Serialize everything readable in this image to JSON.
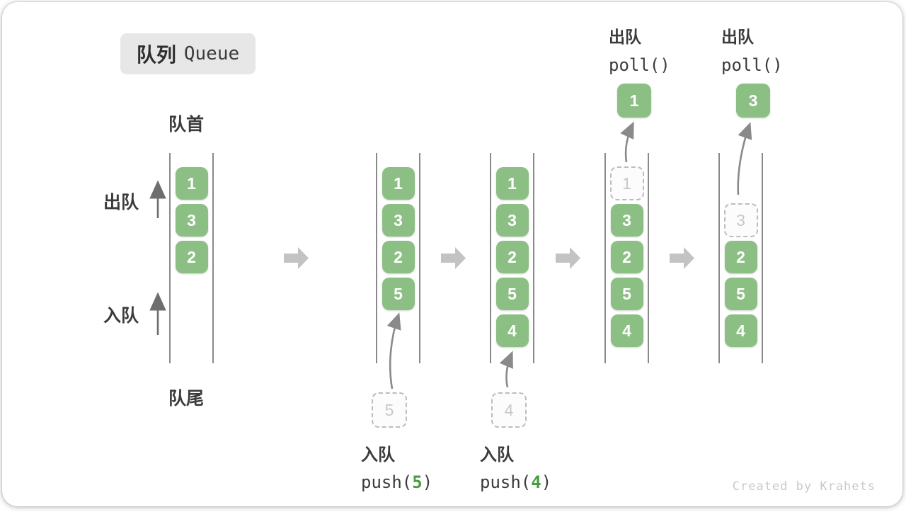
{
  "title": {
    "zh": "队列",
    "en": "Queue"
  },
  "labels": {
    "front": "队首",
    "rear": "队尾",
    "dequeue_side": "出队",
    "enqueue_side": "入队"
  },
  "footer": "Created by Krahets",
  "colors": {
    "box_green": "#8cbf84",
    "box_text": "#ffffff",
    "dashed_border": "#bcbcbc",
    "dashed_text": "#c8c8c8",
    "accent_green": "#479e3f",
    "block_arrow": "#c3c3c3",
    "wall_line": "#4a4a4a",
    "curve_arrow": "#8a8a8a",
    "label_text": "#3b3b3b"
  },
  "columns": [
    {
      "name": "state-initial",
      "slots": [
        {
          "value": "1",
          "slot": 0,
          "style": "filled"
        },
        {
          "value": "3",
          "slot": 1,
          "style": "filled"
        },
        {
          "value": "2",
          "slot": 2,
          "style": "filled"
        }
      ]
    },
    {
      "name": "state-after-push-5",
      "slots": [
        {
          "value": "1",
          "slot": 0,
          "style": "filled"
        },
        {
          "value": "3",
          "slot": 1,
          "style": "filled"
        },
        {
          "value": "2",
          "slot": 2,
          "style": "filled"
        },
        {
          "value": "5",
          "slot": 3,
          "style": "filled"
        }
      ],
      "pending": {
        "value": "5"
      },
      "caption": {
        "line1": "入队",
        "code_pre": "push(",
        "arg": "5",
        "code_post": ")"
      }
    },
    {
      "name": "state-after-push-4",
      "slots": [
        {
          "value": "1",
          "slot": 0,
          "style": "filled"
        },
        {
          "value": "3",
          "slot": 1,
          "style": "filled"
        },
        {
          "value": "2",
          "slot": 2,
          "style": "filled"
        },
        {
          "value": "5",
          "slot": 3,
          "style": "filled"
        },
        {
          "value": "4",
          "slot": 4,
          "style": "filled"
        }
      ],
      "pending": {
        "value": "4"
      },
      "caption": {
        "line1": "入队",
        "code_pre": "push(",
        "arg": "4",
        "code_post": ")"
      }
    },
    {
      "name": "state-after-poll-1",
      "slots": [
        {
          "value": "1",
          "slot": 0,
          "style": "dashed"
        },
        {
          "value": "3",
          "slot": 1,
          "style": "filled"
        },
        {
          "value": "2",
          "slot": 2,
          "style": "filled"
        },
        {
          "value": "5",
          "slot": 3,
          "style": "filled"
        },
        {
          "value": "4",
          "slot": 4,
          "style": "filled"
        }
      ],
      "popped": {
        "value": "1"
      },
      "header": {
        "line1": "出队",
        "code": "poll()"
      }
    },
    {
      "name": "state-after-poll-3",
      "slots": [
        {
          "value": "3",
          "slot": 1,
          "style": "dashed"
        },
        {
          "value": "2",
          "slot": 2,
          "style": "filled"
        },
        {
          "value": "5",
          "slot": 3,
          "style": "filled"
        },
        {
          "value": "4",
          "slot": 4,
          "style": "filled"
        }
      ],
      "popped": {
        "value": "3"
      },
      "header": {
        "line1": "出队",
        "code": "poll()"
      }
    }
  ]
}
